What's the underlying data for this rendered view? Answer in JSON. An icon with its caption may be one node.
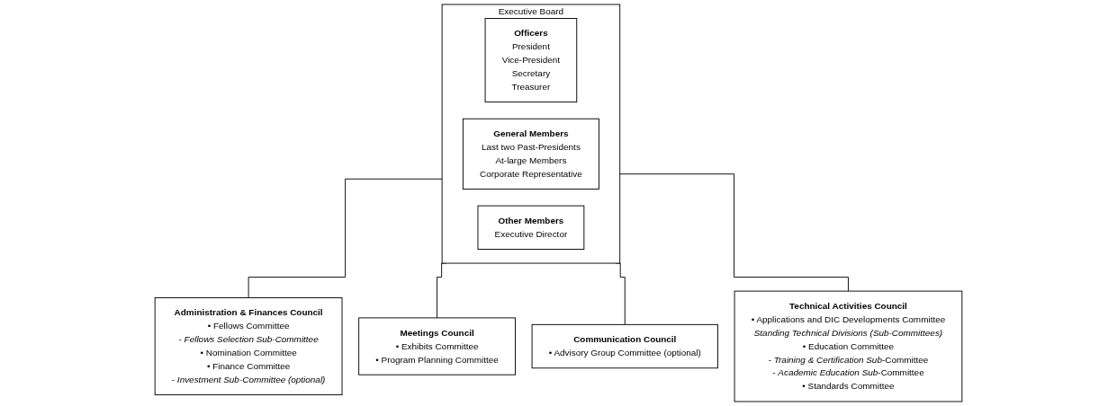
{
  "diagram": {
    "nodes": [
      {
        "text": [
          "Executive Board"
        ]
      },
      {
        "text": [
          "Officers",
          "President",
          "Vice-President",
          "Secretary",
          "Treasurer"
        ],
        "in": 0
      },
      {
        "text": [
          "General Members",
          "Last two Past-Presidents",
          "At-large Members",
          "Corporate Representative"
        ],
        "in": 0
      },
      {
        "text": [
          "Other Members",
          "Executive Director"
        ],
        "in": 0
      },
      {
        "text": [
          "Administration & Finances Council",
          "• Fellows Committee",
          "- *Fellows Selection Sub-Committee*",
          "• Nomination Committee",
          "• Finance Committee",
          "- *Investment Sub-Committee (optional)*"
        ]
      },
      {
        "text": [
          "Meetings Council",
          "• Exhibits Committee",
          "• Program Planning Committee"
        ]
      },
      {
        "text": [
          "Communication Council",
          "• Advisory Group Committee (optional)"
        ]
      },
      {
        "text": [
          "Technical Activities Council",
          "• Applications and DIC Developments Committee",
          "*Standing Technical Divisions (Sub-Committees)*",
          "• Education Committee",
          "- *Training & Certification Sub*-Committee",
          "- *Academic Education Sub*-Committee",
          "• Standards Committee"
        ]
      }
    ],
    "edges": [
      {
        "from": 0,
        "to": 4,
        "arrow": "none"
      },
      {
        "from": 0,
        "to": 5,
        "arrow": "none"
      },
      {
        "from": 0,
        "to": 6,
        "arrow": "none"
      },
      {
        "from": 0,
        "to": 7,
        "arrow": "none"
      }
    ]
  }
}
